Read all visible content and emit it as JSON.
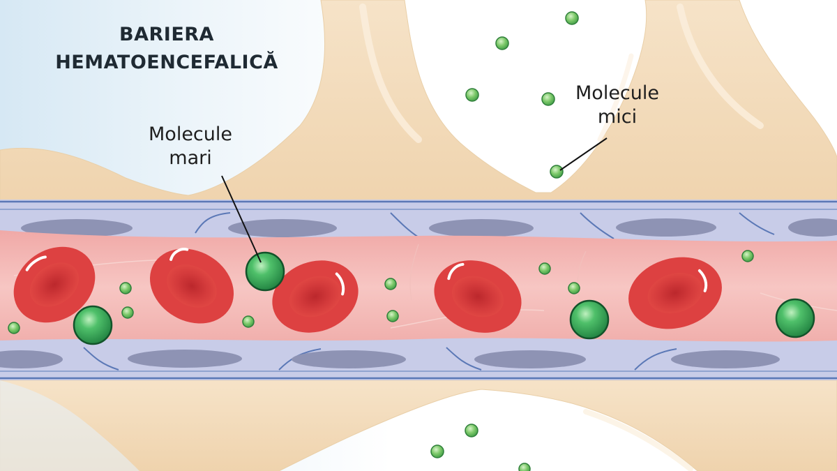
{
  "title": {
    "line1": "BARIERA",
    "line2": "HEMATOENCEFALICĂ"
  },
  "labels": {
    "large_molecules": {
      "line1": "Molecule",
      "line2": "mari"
    },
    "small_molecules": {
      "line1": "Molecule",
      "line2": "mici"
    }
  },
  "colors": {
    "tissue": "#f3dcbc",
    "background_left": "#dfeef7",
    "vessel_wall": "#c7cbe6",
    "vessel_border": "#5c79b8",
    "nucleus": "#8f93b3",
    "blood": "#f4b9b7",
    "red_blood_cell": "#d93a3a",
    "molecule": "#3aa653"
  }
}
